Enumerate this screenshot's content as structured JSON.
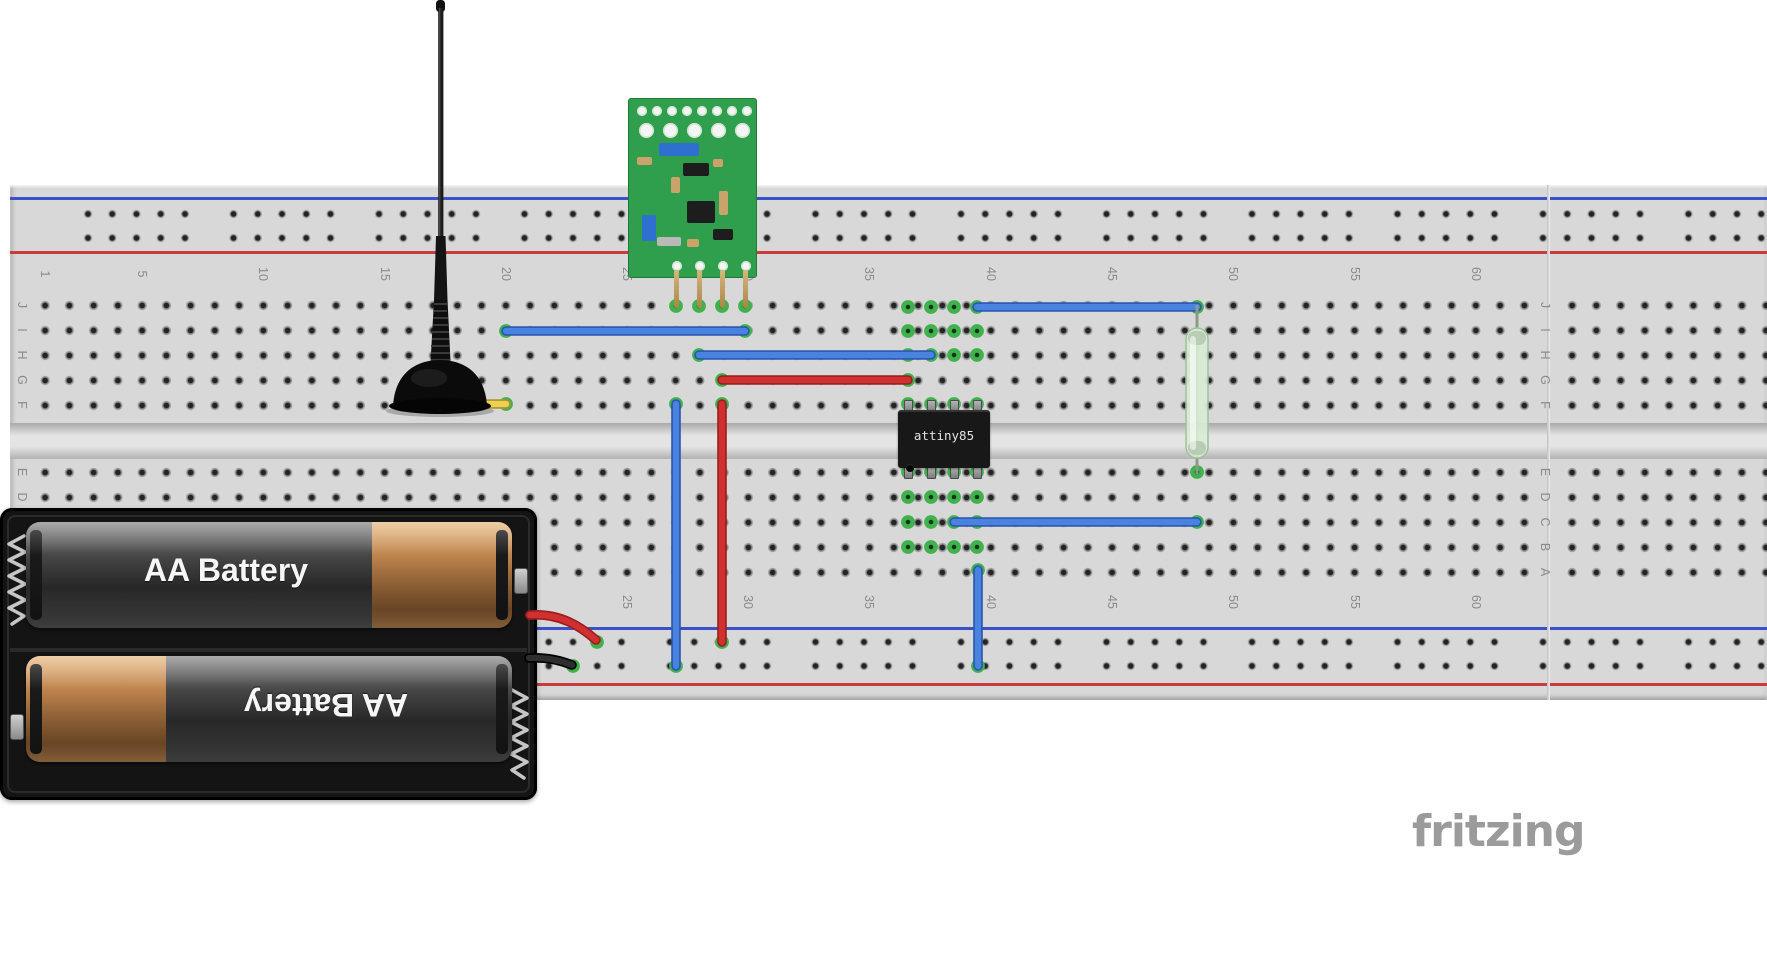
{
  "brand": {
    "logo_text": "fritzing"
  },
  "breadboard": {
    "columns": [
      "1",
      "5",
      "10",
      "15",
      "20",
      "25",
      "30",
      "35",
      "40",
      "45",
      "50",
      "55",
      "60"
    ],
    "rows_upper": [
      "J",
      "I",
      "H",
      "G",
      "F"
    ],
    "rows_lower": [
      "E",
      "D",
      "C",
      "B",
      "A"
    ],
    "colors": {
      "board": "#d8d8d8",
      "negative_rail_line": "#3a51c9",
      "positive_rail_line": "#cc3b3b",
      "connection_highlight": "#3fb24c"
    }
  },
  "components": {
    "attiny85": {
      "label": "attiny85"
    },
    "battery_holder": {
      "top_battery_label": "AA Battery",
      "bottom_battery_label": "AA Battery"
    }
  },
  "wires": {
    "colors": {
      "blue": "#4a82e0",
      "red": "#d03030",
      "yellow": "#ecd052",
      "black": "#2e2e2e"
    }
  }
}
